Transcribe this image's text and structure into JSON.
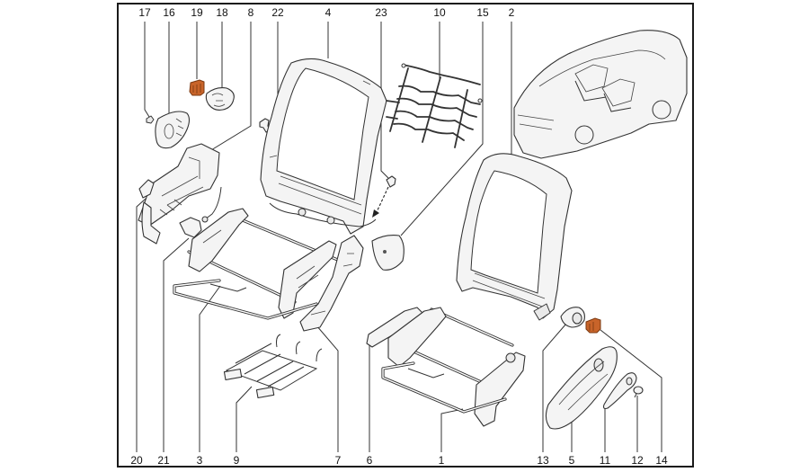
{
  "diagram": {
    "title": "Front seat frame assembly — exploded parts view",
    "accent_color": "#c8642a",
    "callouts_top": [
      "17",
      "16",
      "19",
      "18",
      "8",
      "22",
      "4",
      "23",
      "10",
      "15",
      "2"
    ],
    "callouts_bottom": [
      "20",
      "21",
      "3",
      "9",
      "7",
      "6",
      "1",
      "13",
      "5",
      "11",
      "12",
      "14"
    ],
    "highlighted_parts": [
      "19",
      "14"
    ],
    "inset": "vehicle-location-inset"
  }
}
